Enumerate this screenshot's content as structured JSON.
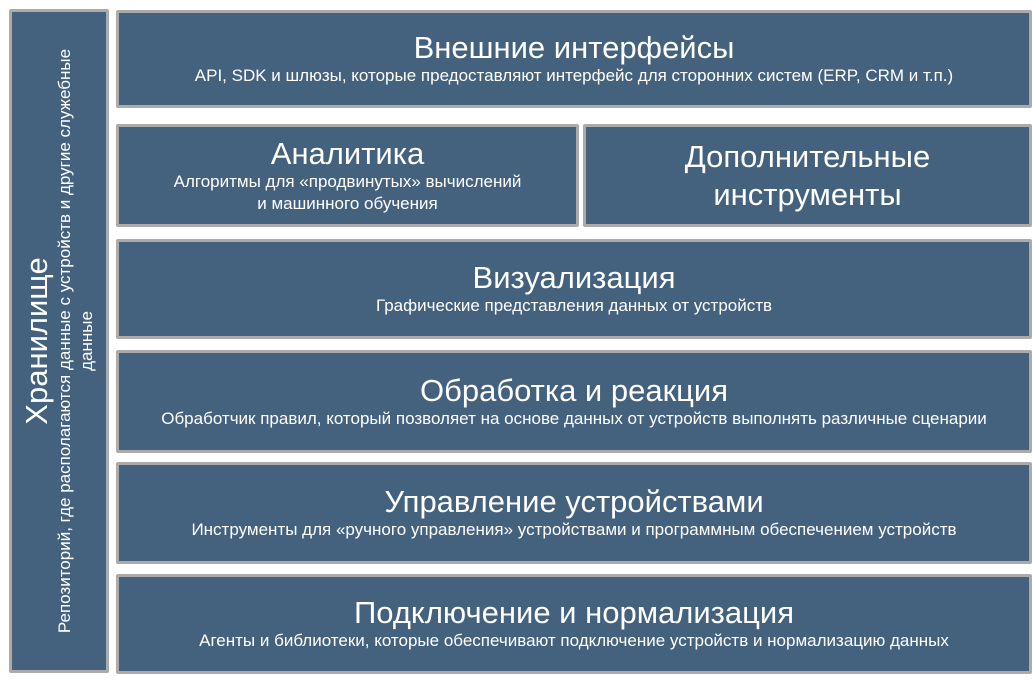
{
  "storage": {
    "title": "Хранилище",
    "desc": "Репозиторий, где располагаются данные с устройств и другие служебные данные"
  },
  "layers": [
    {
      "title": "Внешние интерфейсы",
      "desc": "API, SDK и шлюзы, которые предоставляют интерфейс для сторонних систем (ERP, CRM и т.п.)"
    },
    {
      "title": "Аналитика",
      "desc": "Алгоритмы для «продвинутых» вычислений и машинного обучения"
    },
    {
      "title": "Дополнительные инструменты"
    },
    {
      "title": "Визуализация",
      "desc": "Графические представления данных от устройств"
    },
    {
      "title": "Обработка и реакция",
      "desc": "Обработчик правил, который позволяет на основе данных от устройств выполнять различные сценарии"
    },
    {
      "title": "Управление устройствами",
      "desc": "Инструменты для «ручного управления» устройствами и программным обеспечением устройств"
    },
    {
      "title": "Подключение и нормализация",
      "desc": "Агенты и библиотеки, которые обеспечивают подключение устройств и нормализацию данных"
    }
  ]
}
